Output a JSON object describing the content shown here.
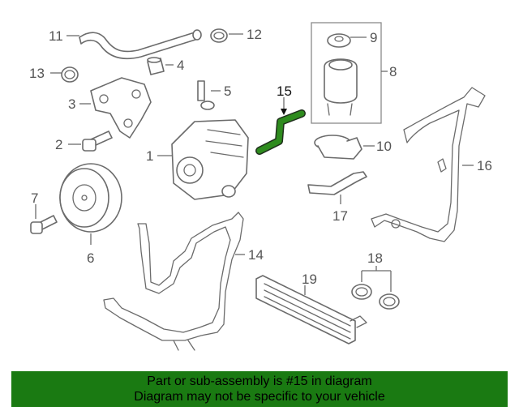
{
  "diagram": {
    "labels": {
      "p1": "1",
      "p2": "2",
      "p3": "3",
      "p4": "4",
      "p5": "5",
      "p6": "6",
      "p7": "7",
      "p8": "8",
      "p9": "9",
      "p10": "10",
      "p11": "11",
      "p12": "12",
      "p13": "13",
      "p14": "14",
      "p15": "15",
      "p16": "16",
      "p17": "17",
      "p18": "18",
      "p19": "19"
    },
    "highlight_part": "15",
    "colors": {
      "highlight": "#2e8b1e",
      "line": "#6b6b6b",
      "banner": "#1a7a12"
    }
  },
  "banner": {
    "line1": "Part or sub-assembly is #15 in diagram",
    "line2": "Diagram may not be specific to your vehicle"
  }
}
